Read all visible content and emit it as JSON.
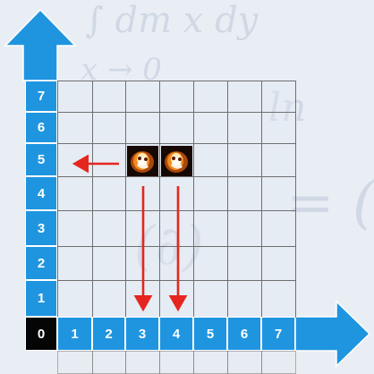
{
  "y_axis_labels": [
    "7",
    "6",
    "5",
    "4",
    "3",
    "2",
    "1"
  ],
  "origin_label": "0",
  "x_axis_labels": [
    "1",
    "2",
    "3",
    "4",
    "5",
    "6",
    "7"
  ],
  "colors": {
    "axis_blue": "#1f95e0",
    "origin_black": "#050505",
    "pointer_red": "#e5261f",
    "grid_line": "#6f6f6f"
  },
  "sprites": [
    {
      "icon": "flame-sprite-icon",
      "column": 3,
      "row": 5
    },
    {
      "icon": "flame-sprite-icon",
      "column": 4,
      "row": 5
    }
  ],
  "pointers": [
    {
      "from": "sprite-1",
      "to": "y-axis-label-5"
    },
    {
      "from": "sprite-1",
      "to": "x-axis-label-3"
    },
    {
      "from": "sprite-2",
      "to": "x-axis-label-4"
    }
  ]
}
